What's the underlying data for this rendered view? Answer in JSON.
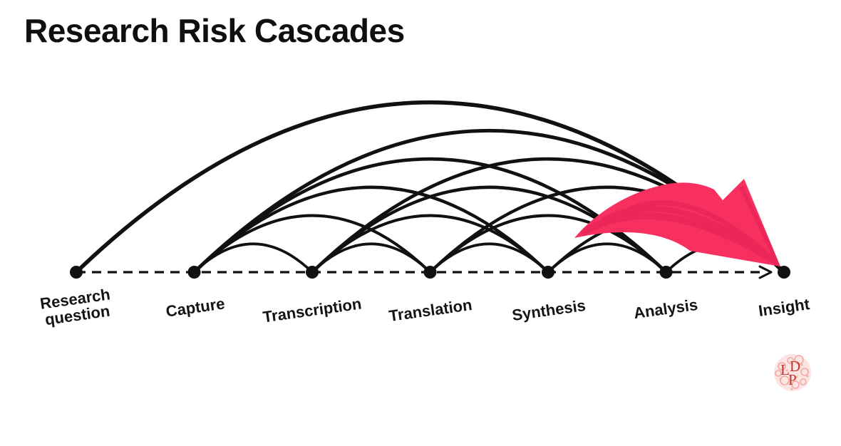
{
  "title": "Research Risk Cascades",
  "colors": {
    "background": "#ffffff",
    "ink": "#111111",
    "arrow_pink": "#f8305f",
    "arrow_pink_streak": "#d4154e",
    "logo_red": "#c5352c",
    "logo_pink": "#f1a9a3"
  },
  "diagram": {
    "stages": [
      {
        "id": "research-question",
        "lines": [
          "Research",
          "question"
        ]
      },
      {
        "id": "capture",
        "label": "Capture"
      },
      {
        "id": "transcription",
        "label": "Transcription"
      },
      {
        "id": "translation",
        "label": "Translation"
      },
      {
        "id": "synthesis",
        "label": "Synthesis"
      },
      {
        "id": "analysis",
        "label": "Analysis"
      },
      {
        "id": "insight",
        "label": "Insight"
      }
    ],
    "arcs": [
      [
        0,
        6
      ],
      [
        1,
        2
      ],
      [
        1,
        3
      ],
      [
        1,
        4
      ],
      [
        1,
        5
      ],
      [
        1,
        6
      ],
      [
        2,
        3
      ],
      [
        2,
        4
      ],
      [
        2,
        5
      ],
      [
        2,
        6
      ],
      [
        3,
        4
      ],
      [
        3,
        5
      ],
      [
        3,
        6
      ],
      [
        4,
        5
      ],
      [
        4,
        6
      ],
      [
        5,
        6
      ]
    ],
    "timeline": {
      "style": "dashed",
      "arrowhead": true
    }
  },
  "logo": {
    "letters": [
      "L",
      "D",
      "P"
    ]
  }
}
